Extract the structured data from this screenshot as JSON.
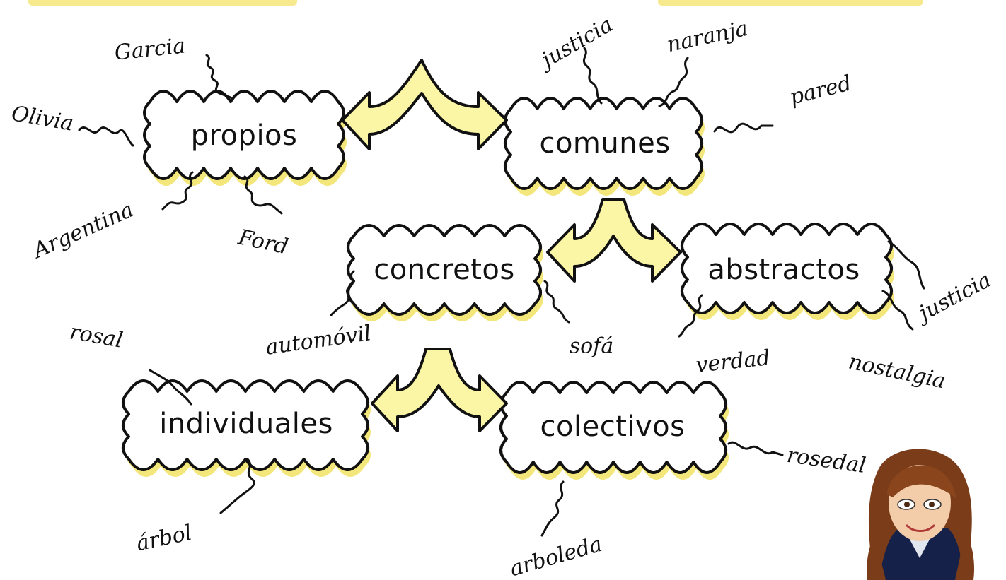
{
  "colors": {
    "arrow_fill": "#fbf6a6",
    "cloud_shadow": "#f3e67a",
    "ink": "#111111",
    "top_bar": "#f7e98e"
  },
  "clouds": {
    "propios": "propios",
    "comunes": "comunes",
    "concretos": "concretos",
    "abstractos": "abstractos",
    "individuales": "individuales",
    "colectivos": "colectivos"
  },
  "words": {
    "garcia": "Garcia",
    "olivia": "Olivia",
    "argentina": "Argentina",
    "ford": "Ford",
    "justicia_top": "justicia",
    "naranja": "naranja",
    "pared": "pared",
    "automovil": "automóvil",
    "sofa": "sofá",
    "justicia_right": "justicia",
    "verdad": "verdad",
    "nostalgia": "nostalgia",
    "rosal": "rosal",
    "arbol": "árbol",
    "rosedal": "rosedal",
    "arboleda": "arboleda"
  },
  "teacher": {
    "icon": "teacher-avatar-icon"
  }
}
